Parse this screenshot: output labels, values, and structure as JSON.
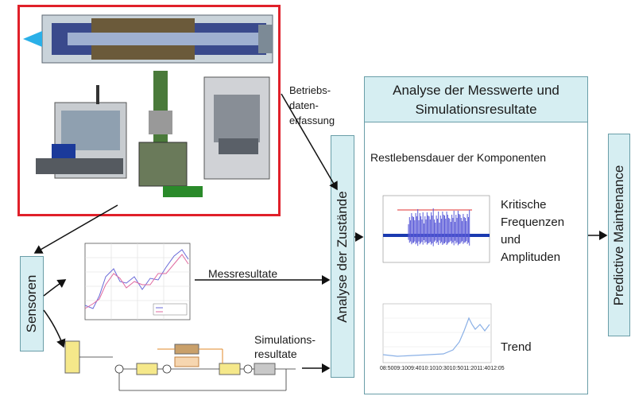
{
  "labels": {
    "betriebs": [
      "Betriebs-",
      "daten-",
      "erfassung"
    ],
    "messresultate": "Messresultate",
    "simulations": [
      "Simulations-",
      "resultate"
    ],
    "sensoren": "Sensoren",
    "analyse_zustaende": "Analyse der Zustände",
    "predictive": "Predictive Maintenance"
  },
  "analysis_panel": {
    "title_lines": [
      "Analyse der Messwerte und",
      "Simulationsresultate"
    ],
    "restlebensdauer": "Restlebensdauer der Komponenten",
    "kritische_lines": [
      "Kritische",
      "Frequenzen",
      "und",
      "Amplituden"
    ],
    "trend": "Trend"
  },
  "trend_chart": {
    "x_ticks": [
      "08:50",
      "09:10",
      "09:40",
      "10:10",
      "10:30",
      "10:50",
      "11:20",
      "11:40",
      "12:05"
    ]
  },
  "colors": {
    "machine_frame": "#e0202a",
    "box_fill": "#d6eef2",
    "panel_border": "#6a9ea8"
  }
}
